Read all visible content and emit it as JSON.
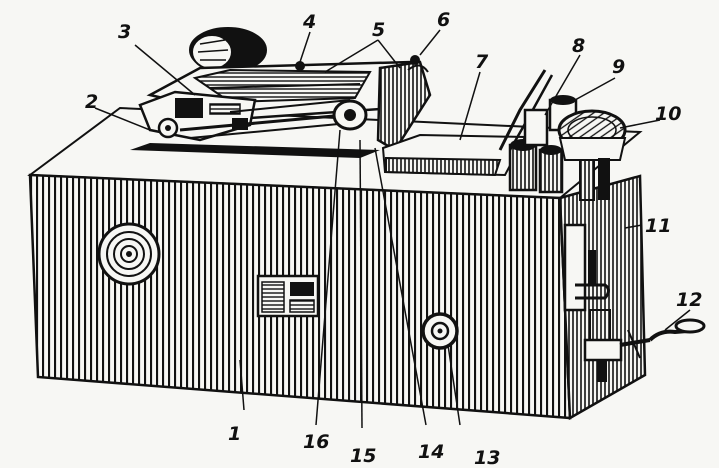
{
  "figure": {
    "labels": [
      {
        "id": "1",
        "text": "1"
      },
      {
        "id": "2",
        "text": "2"
      },
      {
        "id": "3",
        "text": "3"
      },
      {
        "id": "4",
        "text": "4"
      },
      {
        "id": "5",
        "text": "5"
      },
      {
        "id": "6",
        "text": "6"
      },
      {
        "id": "7",
        "text": "7"
      },
      {
        "id": "8",
        "text": "8"
      },
      {
        "id": "9",
        "text": "9"
      },
      {
        "id": "10",
        "text": "10"
      },
      {
        "id": "11",
        "text": "11"
      },
      {
        "id": "12",
        "text": "12"
      },
      {
        "id": "13",
        "text": "13"
      },
      {
        "id": "14",
        "text": "14"
      },
      {
        "id": "15",
        "text": "15"
      },
      {
        "id": "16",
        "text": "16"
      }
    ],
    "colors": {
      "ink": "#111111",
      "paper": "#f7f7f4"
    }
  }
}
